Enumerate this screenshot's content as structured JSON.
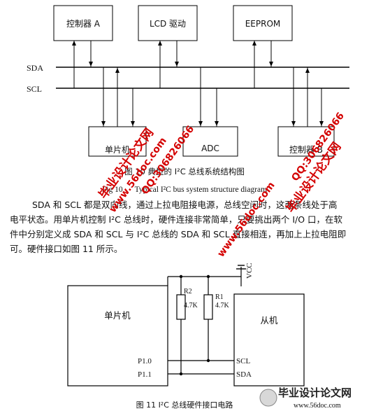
{
  "fig10": {
    "blocks": {
      "controller_a": "控制器 A",
      "lcd": "LCD 驱动",
      "eeprom": "EEPROM",
      "mcu": "单片机",
      "adc": "ADC",
      "controller_b": "控制器 B"
    },
    "lines": {
      "sda": "SDA",
      "scl": "SCL"
    },
    "caption_cn": "图 10 典型的 I²C 总线系统结构图",
    "caption_en": "Fig 10      Typical I²C bus system structure diagram"
  },
  "body_text": {
    "line1": "SDA 和 SCL 都是双向线，通过上拉电阻接电源，总线空闲时，这两条线处于高",
    "line2": "电平状态。用单片机控制 I²C 总线时，硬件连接非常简单，只要挑出两个 I/O 口，在软",
    "line3": "件中分别定义成 SDA 和 SCL 与 I²C 总线的 SDA 和 SCL 直接相连，再加上上拉电阻即",
    "line4": "可。硬件接口如图 11 所示。"
  },
  "fig11": {
    "mcu": "单片机",
    "slave": "从机",
    "vcc": "VCC",
    "r2": "R2",
    "r2_val": "4.7K",
    "r1": "R1",
    "r1_val": "4.7K",
    "p10": "P1.0",
    "p11": "P1.1",
    "scl": "SCL",
    "sda": "SDA",
    "caption": "图 11 I²C 总线硬件接口电路"
  },
  "watermarks": {
    "url": "www.56doc.com",
    "qq": "QQ:306826066",
    "brand": "毕业设计论文网",
    "logo_text": "毕业设计论文网",
    "logo_url": "www.56doc.com"
  }
}
